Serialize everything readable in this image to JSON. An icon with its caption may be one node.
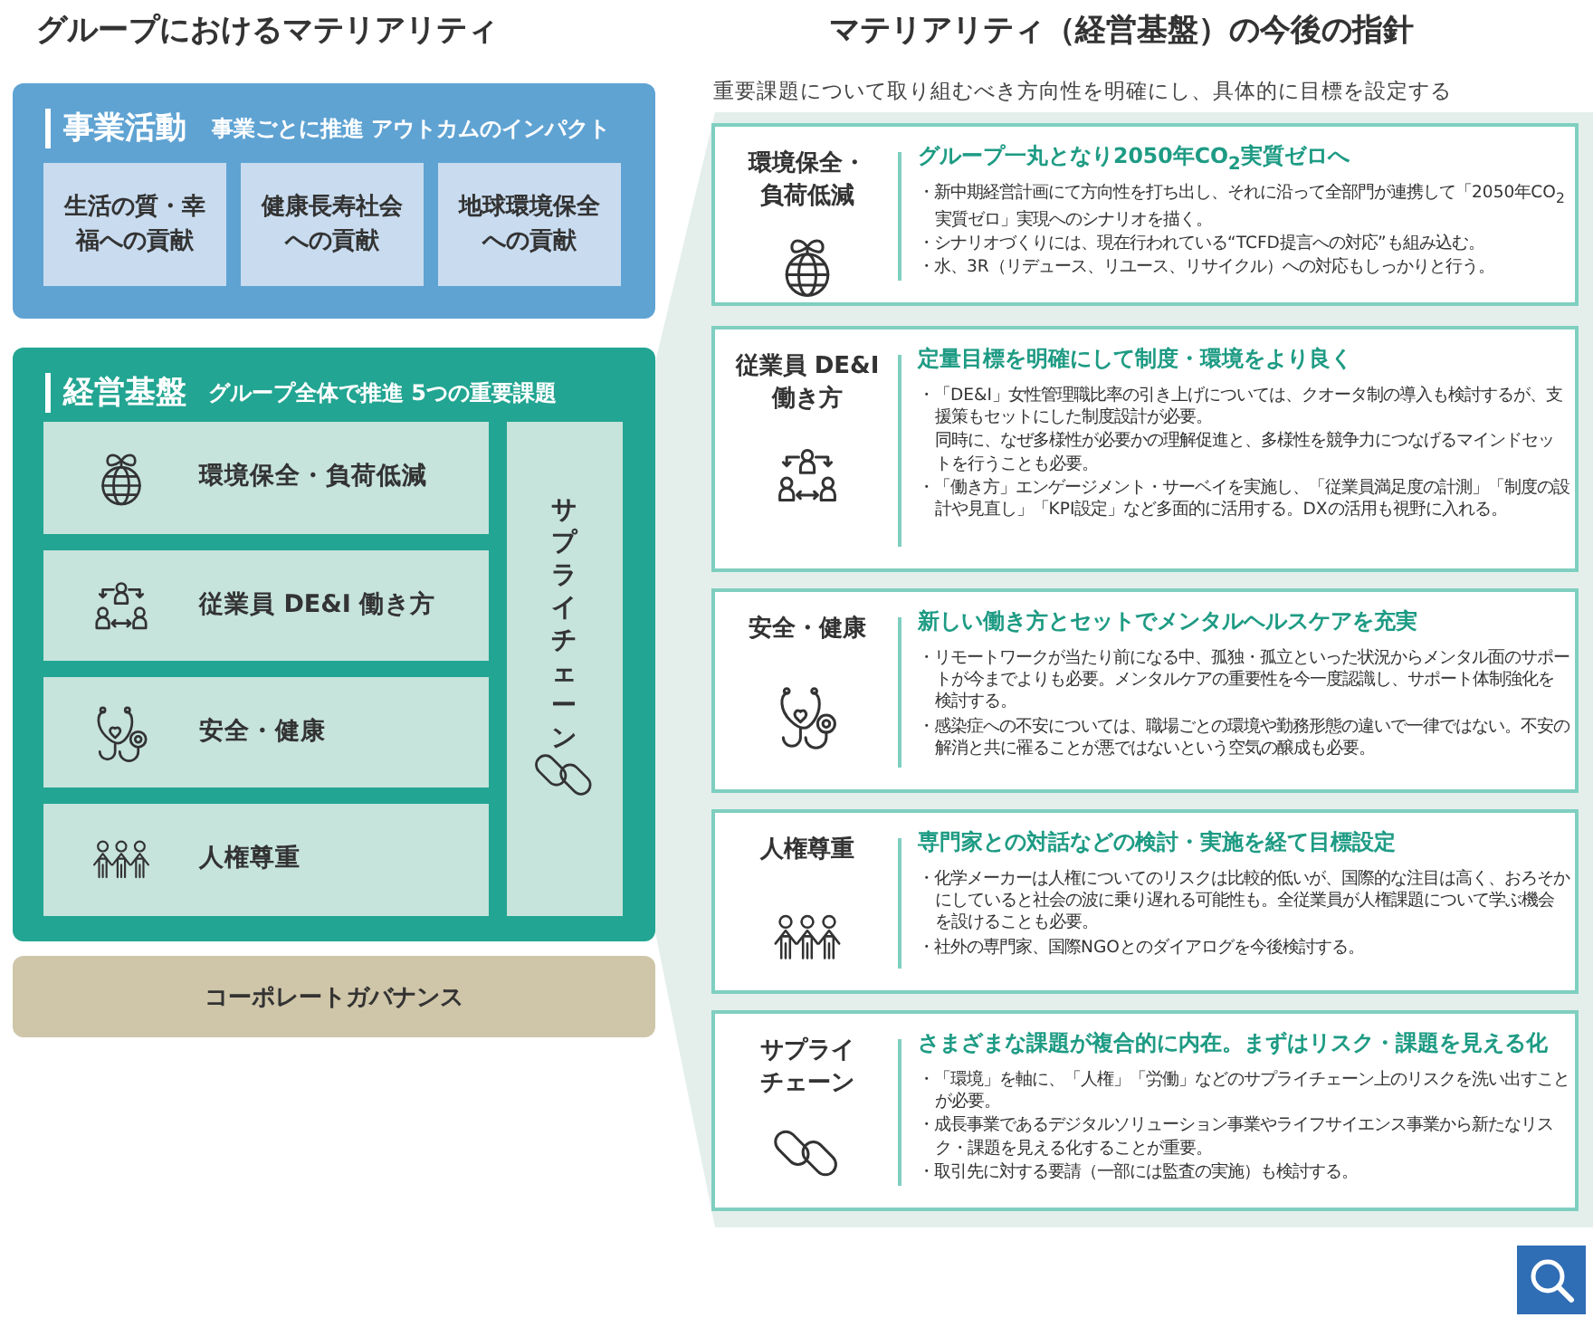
{
  "diagram": {
    "title": "グループにおけるマテリアリティ",
    "nodes": [
      {
        "text": [
          "事業活動",
          "事業ごとに推進 アウトカムのインパクト"
        ]
      },
      {
        "text": [
          "生活の質・幸福への貢献"
        ],
        "in": 0
      },
      {
        "text": [
          "健康長寿社会への貢献"
        ],
        "in": 0
      },
      {
        "text": [
          "地球環境保全への貢献"
        ],
        "in": 0
      },
      {
        "text": [
          "経営基盤",
          "グループ全体で推進 5つの重要課題"
        ]
      },
      {
        "text": [
          "環境保全・負荷低減"
        ],
        "in": 4
      },
      {
        "text": [
          "従業員 DE&I 働き方"
        ],
        "in": 4
      },
      {
        "text": [
          "安全・健康"
        ],
        "in": 4
      },
      {
        "text": [
          "人権尊重"
        ],
        "in": 4
      },
      {
        "text": [
          "サプライチェーン"
        ],
        "in": 4
      },
      {
        "text": [
          "コーポレートガバナンス"
        ]
      },
      {
        "text": [
          "環境保全・負荷低減",
          "グループ一丸となり2050年CO$_{2}$実質ゼロへ",
          "・新中期経営計画にて方向性を打ち出し、それに沿って全部門が連携して「2050年CO$_{2}$実質ゼロ」実現へのシナリオを描く。",
          "・シナリオづくりには、現在行われている“TCFD提言への対応”も組み込む。",
          "・水、3R（リデュース、リユース、リサイクル）への対応もしっかりと行う。"
        ]
      },
      {
        "text": [
          "従業員 DE&I 働き方",
          "定量目標を明確にして制度・環境をより良く",
          "・「DE&I」女性管理職比率の引き上げについては、クオータ制の導入も検討するが、支援策もセットにした制度設計が必要。",
          "同時に、なぜ多様性が必要かの理解促進と、多様性を競争力につなげるマインドセットを行うことも必要。",
          "・「働き方」エンゲージメント・サーベイを実施し、「従業員満足度の計測」「制度の設計や見直し」「KPI設定」など多面的に活用する。DXの活用も視野に入れる。"
        ]
      },
      {
        "text": [
          "安全・健康",
          "新しい働き方とセットでメンタルヘルスケアを充実",
          "・リモートワークが当たり前になる中、孤独・孤立といった状況からメンタル面のサポートが今までよりも必要。メンタルケアの重要性を今一度認識し、サポート体制強化を検討する。",
          "・感染症への不安については、職場ごとの環境や勤務形態の違いで一律ではない。不安の解消と共に罹ることが悪ではないという空気の醸成も必要。"
        ]
      },
      {
        "text": [
          "人権尊重",
          "専門家との対話などの検討・実施を経て目標設定",
          "・化学メーカーは人権についてのリスクは比較的低いが、国際的な注目は高く、おろそかにしていると社会の波に乗り遅れる可能性も。全従業員が人権課題について学ぶ機会を設けることも必要。",
          "・社外の専門家、国際NGOとのダイアログを今後検討する。"
        ]
      },
      {
        "text": [
          "サプライチェーン",
          "さまざまな課題が複合的に内在。まずはリスク・課題を見える化",
          "・「環境」を軸に、「人権」「労働」などのサプライチェーン上のリスクを洗い出すことが必要。",
          "・成長事業であるデジタルソリューション事業やライフサイエンス事業から新たなリスク・課題を見える化することが重要。",
          "・取引先に対する要請（一部には監査の実施）も検討する。"
        ]
      }
    ],
    "labels": [
      "マテリアリティ（経営基盤）の今後の指針",
      "重要課題について取り組むべき方向性を明確にし、具体的に目標を設定する"
    ]
  }
}
